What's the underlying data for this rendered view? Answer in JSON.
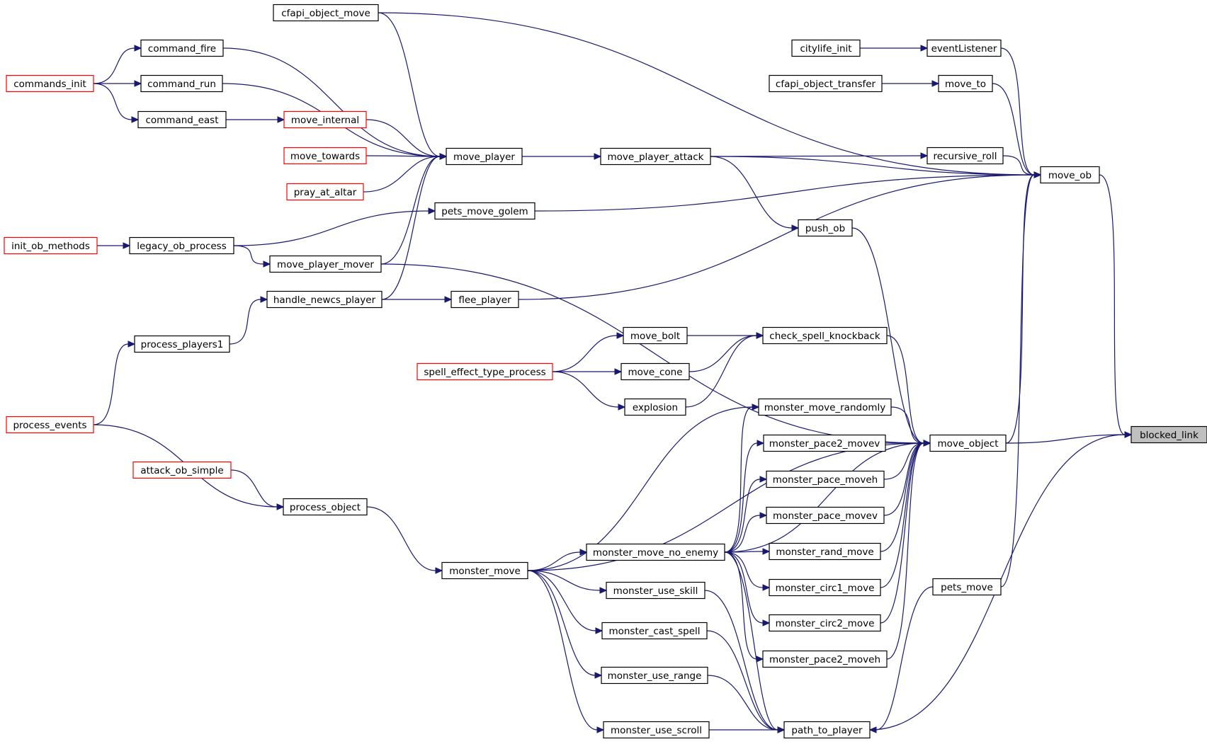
{
  "colors": {
    "edge": "#191970",
    "node_border": "#000000",
    "link_border": "#ff0000",
    "focus_fill": "#bfbfbf",
    "node_fill": "#ffffff"
  },
  "nodes": [
    {
      "id": "blocked_link",
      "label": "blocked_link",
      "kind": "focus"
    },
    {
      "id": "move_ob",
      "label": "move_ob",
      "kind": "normal"
    },
    {
      "id": "move_object",
      "label": "move_object",
      "kind": "normal"
    },
    {
      "id": "pets_move",
      "label": "pets_move",
      "kind": "normal"
    },
    {
      "id": "path_to_player",
      "label": "path_to_player",
      "kind": "normal"
    },
    {
      "id": "cfapi_object_move",
      "label": "cfapi_object_move",
      "kind": "normal"
    },
    {
      "id": "eventListener",
      "label": "eventListener",
      "kind": "normal"
    },
    {
      "id": "citylife_init",
      "label": "citylife_init",
      "kind": "normal"
    },
    {
      "id": "move_to",
      "label": "move_to",
      "kind": "normal"
    },
    {
      "id": "cfapi_object_transfer",
      "label": "cfapi_object_transfer",
      "kind": "normal"
    },
    {
      "id": "recursive_roll",
      "label": "recursive_roll",
      "kind": "normal"
    },
    {
      "id": "move_player_attack",
      "label": "move_player_attack",
      "kind": "normal"
    },
    {
      "id": "move_player",
      "label": "move_player",
      "kind": "normal"
    },
    {
      "id": "command_fire",
      "label": "command_fire",
      "kind": "normal"
    },
    {
      "id": "command_run",
      "label": "command_run",
      "kind": "normal"
    },
    {
      "id": "command_east",
      "label": "command_east",
      "kind": "normal"
    },
    {
      "id": "commands_init",
      "label": "commands_init",
      "kind": "link"
    },
    {
      "id": "move_internal",
      "label": "move_internal",
      "kind": "link"
    },
    {
      "id": "move_towards",
      "label": "move_towards",
      "kind": "link"
    },
    {
      "id": "pray_at_altar",
      "label": "pray_at_altar",
      "kind": "link"
    },
    {
      "id": "pets_move_golem",
      "label": "pets_move_golem",
      "kind": "normal"
    },
    {
      "id": "legacy_ob_process",
      "label": "legacy_ob_process",
      "kind": "normal"
    },
    {
      "id": "init_ob_methods",
      "label": "init_ob_methods",
      "kind": "link"
    },
    {
      "id": "move_player_mover",
      "label": "move_player_mover",
      "kind": "normal"
    },
    {
      "id": "handle_newcs_player",
      "label": "handle_newcs_player",
      "kind": "normal"
    },
    {
      "id": "flee_player",
      "label": "flee_player",
      "kind": "normal"
    },
    {
      "id": "process_players1",
      "label": "process_players1",
      "kind": "normal"
    },
    {
      "id": "process_events",
      "label": "process_events",
      "kind": "link"
    },
    {
      "id": "push_ob",
      "label": "push_ob",
      "kind": "normal"
    },
    {
      "id": "check_spell_knockback",
      "label": "check_spell_knockback",
      "kind": "normal"
    },
    {
      "id": "move_bolt",
      "label": "move_bolt",
      "kind": "normal"
    },
    {
      "id": "move_cone",
      "label": "move_cone",
      "kind": "normal"
    },
    {
      "id": "explosion",
      "label": "explosion",
      "kind": "normal"
    },
    {
      "id": "spell_effect_type_process",
      "label": "spell_effect_type_process",
      "kind": "link"
    },
    {
      "id": "monster_move_randomly",
      "label": "monster_move_randomly",
      "kind": "normal"
    },
    {
      "id": "monster_pace2_movev",
      "label": "monster_pace2_movev",
      "kind": "normal"
    },
    {
      "id": "monster_pace_moveh",
      "label": "monster_pace_moveh",
      "kind": "normal"
    },
    {
      "id": "monster_pace_movev",
      "label": "monster_pace_movev",
      "kind": "normal"
    },
    {
      "id": "monster_rand_move",
      "label": "monster_rand_move",
      "kind": "normal"
    },
    {
      "id": "monster_circ1_move",
      "label": "monster_circ1_move",
      "kind": "normal"
    },
    {
      "id": "monster_circ2_move",
      "label": "monster_circ2_move",
      "kind": "normal"
    },
    {
      "id": "monster_pace2_moveh",
      "label": "monster_pace2_moveh",
      "kind": "normal"
    },
    {
      "id": "monster_move_no_enemy",
      "label": "monster_move_no_enemy",
      "kind": "normal"
    },
    {
      "id": "monster_move",
      "label": "monster_move",
      "kind": "normal"
    },
    {
      "id": "process_object",
      "label": "process_object",
      "kind": "normal"
    },
    {
      "id": "attack_ob_simple",
      "label": "attack_ob_simple",
      "kind": "link"
    },
    {
      "id": "monster_use_skill",
      "label": "monster_use_skill",
      "kind": "normal"
    },
    {
      "id": "monster_cast_spell",
      "label": "monster_cast_spell",
      "kind": "normal"
    },
    {
      "id": "monster_use_range",
      "label": "monster_use_range",
      "kind": "normal"
    },
    {
      "id": "monster_use_scroll",
      "label": "monster_use_scroll",
      "kind": "normal"
    }
  ],
  "edges": [
    [
      "move_ob",
      "blocked_link"
    ],
    [
      "move_object",
      "blocked_link"
    ],
    [
      "path_to_player",
      "blocked_link"
    ],
    [
      "cfapi_object_move",
      "move_ob"
    ],
    [
      "eventListener",
      "move_ob"
    ],
    [
      "move_to",
      "move_ob"
    ],
    [
      "recursive_roll",
      "move_ob"
    ],
    [
      "move_player_attack",
      "move_ob"
    ],
    [
      "pets_move_golem",
      "move_ob"
    ],
    [
      "flee_player",
      "move_ob"
    ],
    [
      "move_object",
      "move_ob"
    ],
    [
      "pets_move",
      "move_ob"
    ],
    [
      "citylife_init",
      "eventListener"
    ],
    [
      "cfapi_object_transfer",
      "move_to"
    ],
    [
      "move_player_attack",
      "recursive_roll"
    ],
    [
      "move_player",
      "move_player_attack"
    ],
    [
      "move_player_attack",
      "push_ob"
    ],
    [
      "command_fire",
      "move_player"
    ],
    [
      "command_run",
      "move_player"
    ],
    [
      "move_internal",
      "move_player"
    ],
    [
      "move_towards",
      "move_player"
    ],
    [
      "pray_at_altar",
      "move_player"
    ],
    [
      "move_player_mover",
      "move_player"
    ],
    [
      "handle_newcs_player",
      "move_player"
    ],
    [
      "cfapi_object_move",
      "move_player"
    ],
    [
      "commands_init",
      "command_fire"
    ],
    [
      "commands_init",
      "command_run"
    ],
    [
      "commands_init",
      "command_east"
    ],
    [
      "command_east",
      "move_internal"
    ],
    [
      "legacy_ob_process",
      "pets_move_golem"
    ],
    [
      "init_ob_methods",
      "legacy_ob_process"
    ],
    [
      "legacy_ob_process",
      "move_player_mover"
    ],
    [
      "move_player_mover",
      "move_object"
    ],
    [
      "handle_newcs_player",
      "flee_player"
    ],
    [
      "process_players1",
      "handle_newcs_player"
    ],
    [
      "process_events",
      "process_players1"
    ],
    [
      "process_events",
      "process_object"
    ],
    [
      "attack_ob_simple",
      "process_object"
    ],
    [
      "process_object",
      "monster_move"
    ],
    [
      "push_ob",
      "move_object"
    ],
    [
      "check_spell_knockback",
      "move_object"
    ],
    [
      "move_bolt",
      "check_spell_knockback"
    ],
    [
      "move_cone",
      "check_spell_knockback"
    ],
    [
      "explosion",
      "check_spell_knockback"
    ],
    [
      "spell_effect_type_process",
      "move_bolt"
    ],
    [
      "spell_effect_type_process",
      "move_cone"
    ],
    [
      "spell_effect_type_process",
      "explosion"
    ],
    [
      "monster_move_randomly",
      "move_object"
    ],
    [
      "monster_pace2_movev",
      "move_object"
    ],
    [
      "monster_pace_moveh",
      "move_object"
    ],
    [
      "monster_pace_movev",
      "move_object"
    ],
    [
      "monster_rand_move",
      "move_object"
    ],
    [
      "monster_circ1_move",
      "move_object"
    ],
    [
      "monster_circ2_move",
      "move_object"
    ],
    [
      "monster_pace2_moveh",
      "move_object"
    ],
    [
      "monster_move",
      "move_object"
    ],
    [
      "monster_move_no_enemy",
      "move_object"
    ],
    [
      "monster_move",
      "monster_move_randomly"
    ],
    [
      "monster_move_no_enemy",
      "monster_move_randomly"
    ],
    [
      "monster_move_no_enemy",
      "monster_pace2_movev"
    ],
    [
      "monster_move_no_enemy",
      "monster_pace_moveh"
    ],
    [
      "monster_move_no_enemy",
      "monster_pace_movev"
    ],
    [
      "monster_move_no_enemy",
      "monster_rand_move"
    ],
    [
      "monster_move_no_enemy",
      "monster_circ1_move"
    ],
    [
      "monster_move_no_enemy",
      "monster_circ2_move"
    ],
    [
      "monster_move_no_enemy",
      "monster_pace2_moveh"
    ],
    [
      "monster_move",
      "monster_move_no_enemy"
    ],
    [
      "monster_move",
      "monster_use_skill"
    ],
    [
      "monster_move",
      "monster_cast_spell"
    ],
    [
      "monster_move",
      "monster_use_range"
    ],
    [
      "monster_move",
      "monster_use_scroll"
    ],
    [
      "monster_use_skill",
      "path_to_player"
    ],
    [
      "monster_cast_spell",
      "path_to_player"
    ],
    [
      "monster_use_range",
      "path_to_player"
    ],
    [
      "monster_use_scroll",
      "path_to_player"
    ],
    [
      "monster_move_no_enemy",
      "path_to_player"
    ],
    [
      "pets_move",
      "path_to_player"
    ]
  ]
}
